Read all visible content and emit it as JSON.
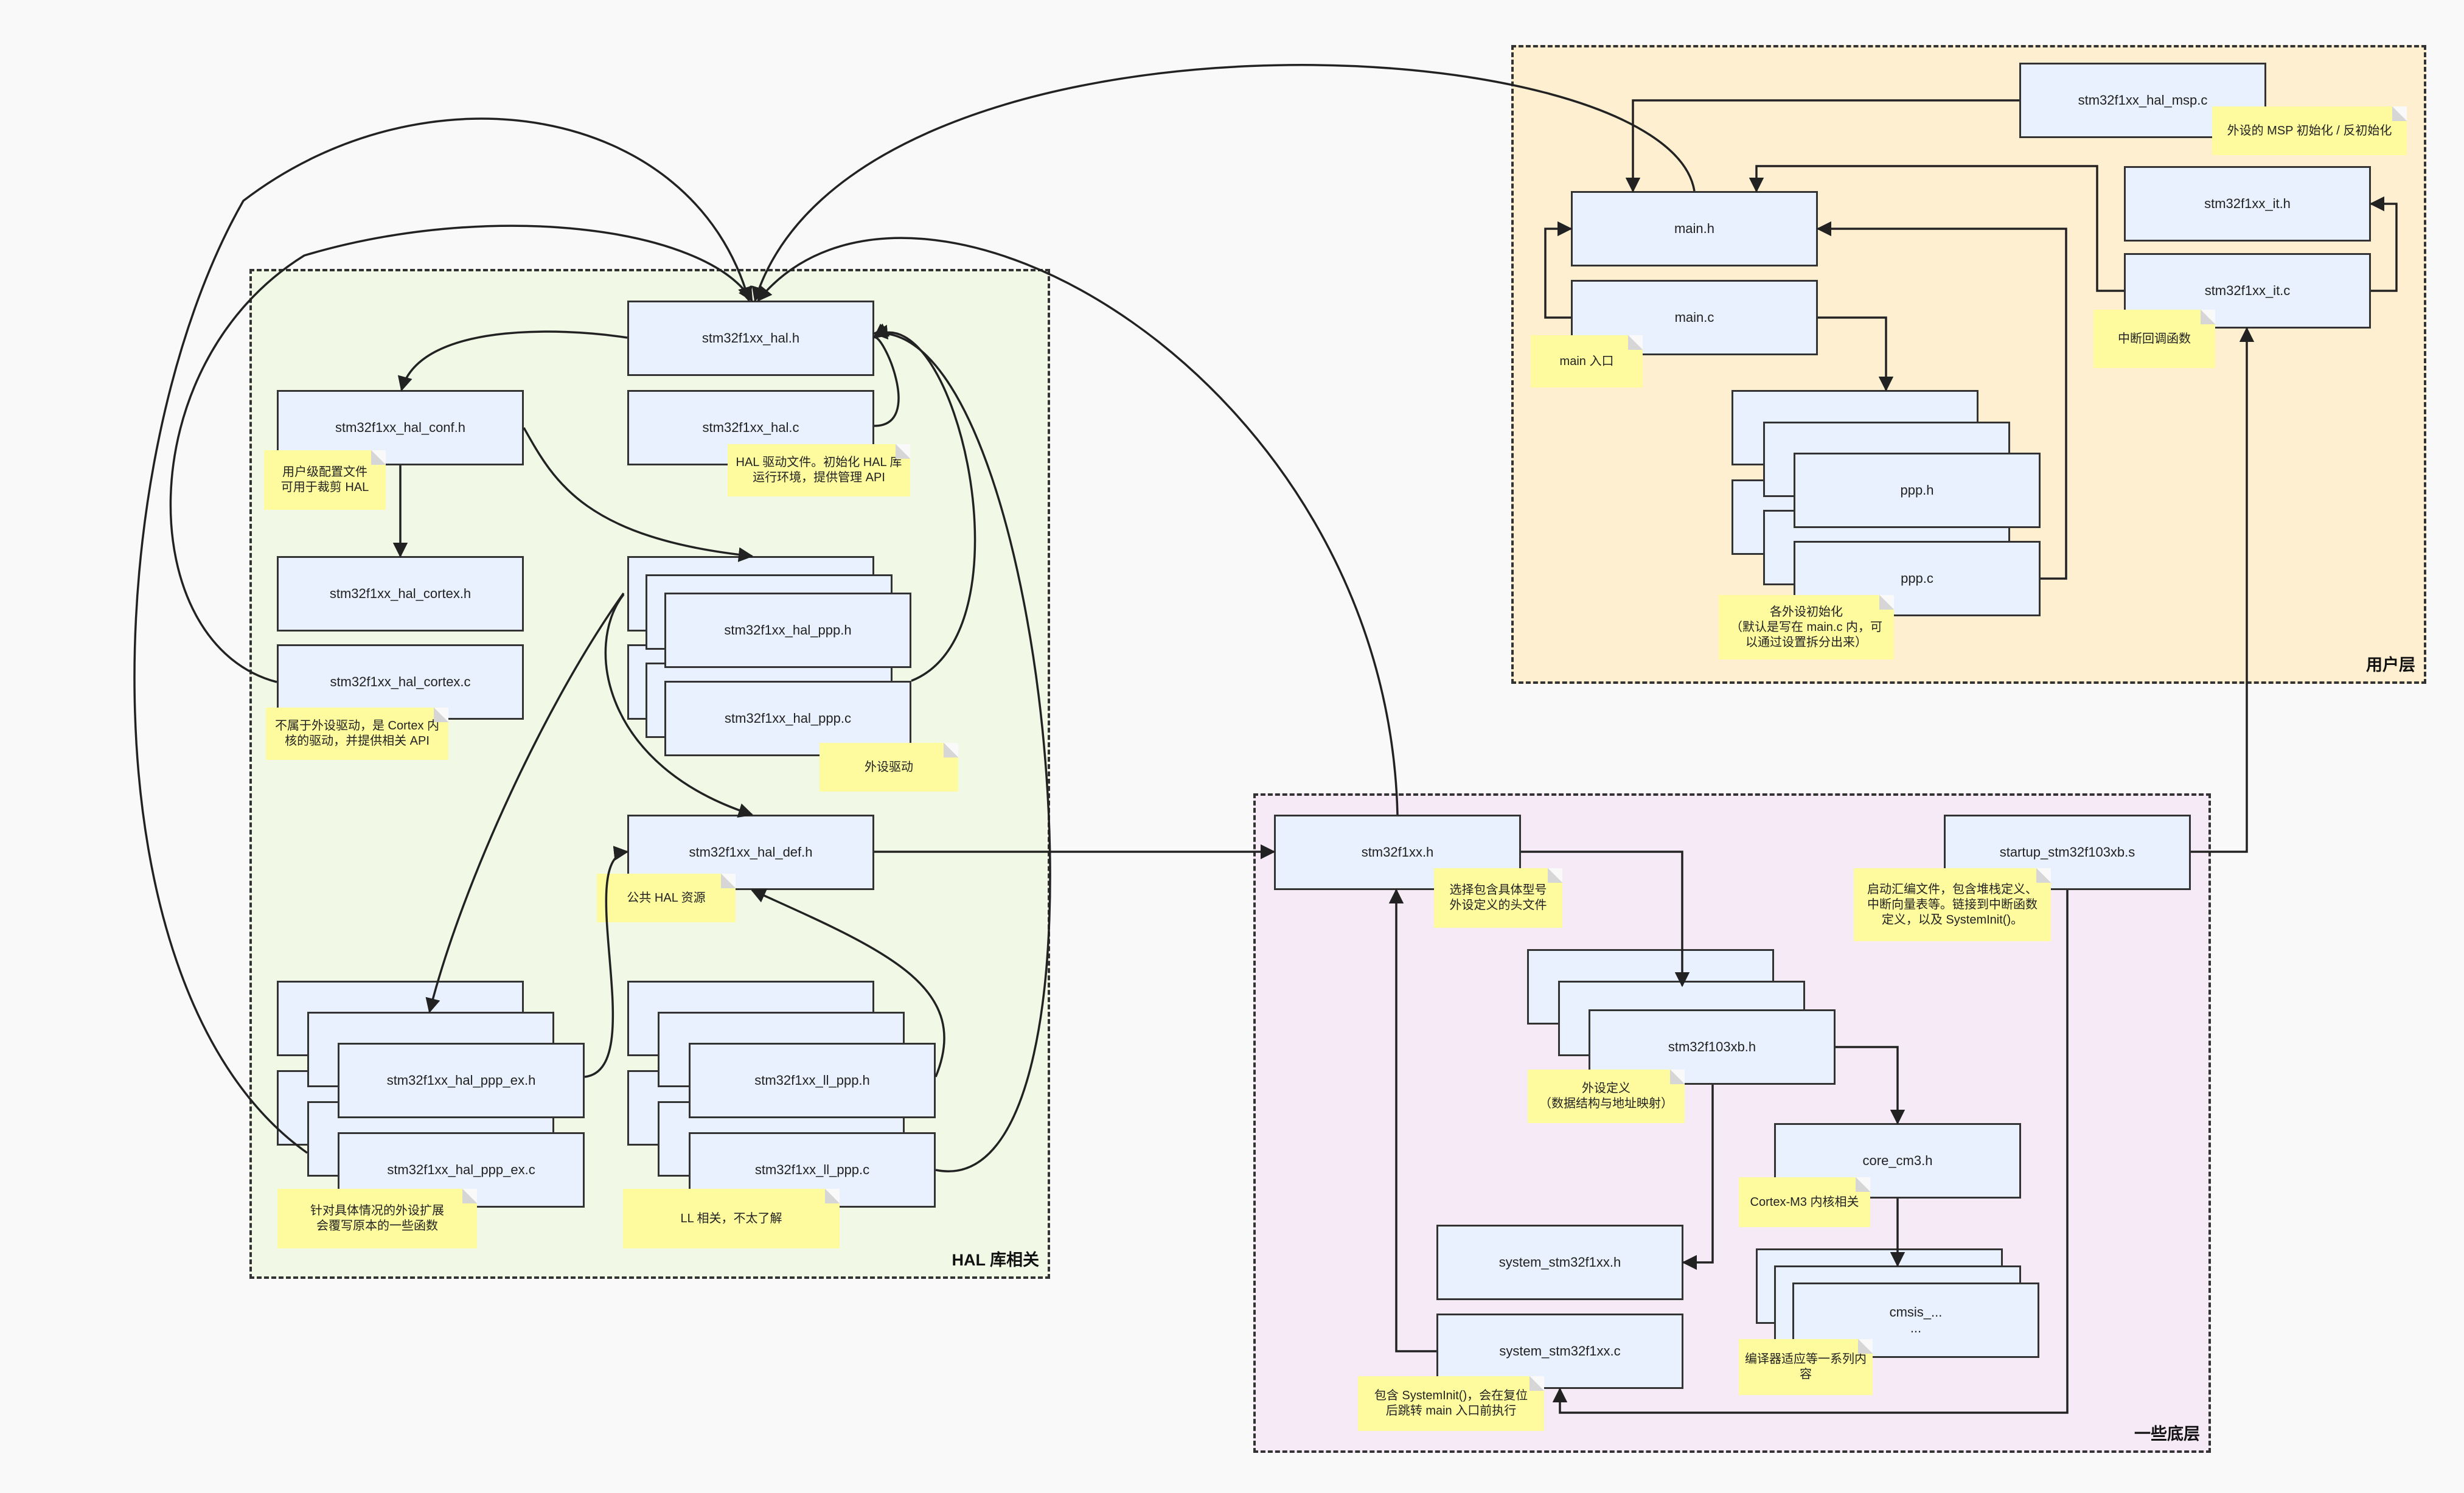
{
  "groups": {
    "hal": {
      "label": "HAL 库相关",
      "color": "#f1f8e6"
    },
    "user": {
      "label": "用户层",
      "color": "#feefd1"
    },
    "base": {
      "label": "一些底层",
      "color": "#f6eaf6"
    }
  },
  "nodes": {
    "hal_h": "stm32f1xx_hal.h",
    "hal_c": "stm32f1xx_hal.c",
    "hal_conf": "stm32f1xx_hal_conf.h",
    "hal_cortex_h": "stm32f1xx_hal_cortex.h",
    "hal_cortex_c": "stm32f1xx_hal_cortex.c",
    "hal_ppp_h": "stm32f1xx_hal_ppp.h",
    "hal_ppp_c": "stm32f1xx_hal_ppp.c",
    "hal_def": "stm32f1xx_hal_def.h",
    "hal_ppp_ex_h": "stm32f1xx_hal_ppp_ex.h",
    "hal_ppp_ex_c": "stm32f1xx_hal_ppp_ex.c",
    "ll_ppp_h": "stm32f1xx_ll_ppp.h",
    "ll_ppp_c": "stm32f1xx_ll_ppp.c",
    "hal_msp": "stm32f1xx_hal_msp.c",
    "main_h": "main.h",
    "main_c": "main.c",
    "it_h": "stm32f1xx_it.h",
    "it_c": "stm32f1xx_it.c",
    "ppp_h": "ppp.h",
    "ppp_c": "ppp.c",
    "stm32f1xx_h": "stm32f1xx.h",
    "startup": "startup_stm32f103xb.s",
    "stm32f103xb_h": "stm32f103xb.h",
    "core_cm3": "core_cm3.h",
    "system_h": "system_stm32f1xx.h",
    "system_c": "system_stm32f1xx.c",
    "cmsis": "cmsis_...\n..."
  },
  "notes": {
    "hal_conf": "用户级配置文件\n可用于裁剪 HAL",
    "hal_c": "HAL 驱动文件。初始化 HAL 库\n运行环境，提供管理 API",
    "cortex": "不属于外设驱动，是 Cortex 内\n核的驱动，并提供相关 API",
    "ppp": "外设驱动",
    "def": "公共 HAL 资源",
    "ex": "针对具体情况的外设扩展\n会覆写原本的一些函数",
    "ll": "LL 相关，不太了解",
    "msp": "外设的 MSP 初始化 / 反初始化",
    "main": "main 入口",
    "it": "中断回调函数",
    "ppp_user": "各外设初始化\n（默认是写在 main.c 内，可\n以通过设置拆分出来）",
    "stm32f1xx": "选择包含具体型号\n外设定义的头文件",
    "startup": "启动汇编文件，包含堆栈定义、\n中断向量表等。链接到中断函数\n定义，以及 SystemInit()。",
    "f103": "外设定义\n（数据结构与地址映射）",
    "core": "Cortex-M3 内核相关",
    "cmsis": "编译器适应等一系列内\n容",
    "system": "包含 SystemInit()，会在复位\n后跳转 main 入口前执行"
  }
}
